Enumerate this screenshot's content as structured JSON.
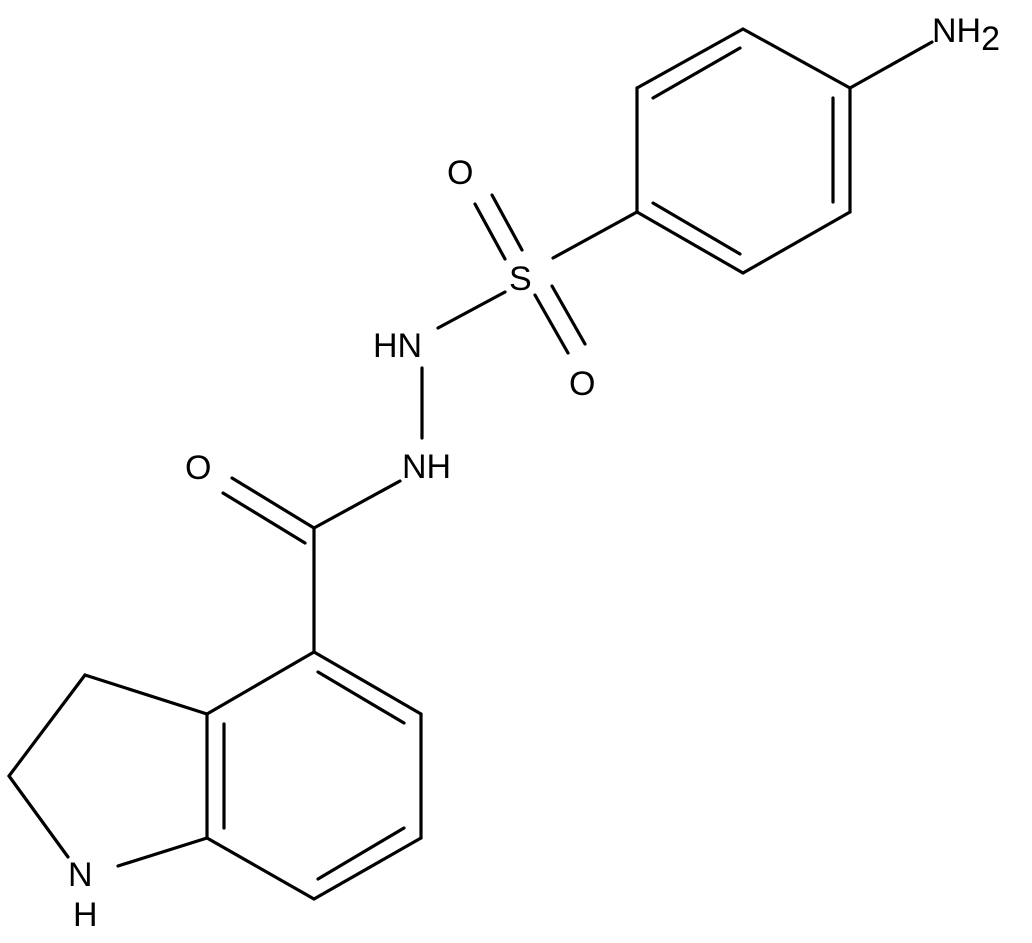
{
  "molecule": {
    "atom_labels": {
      "nh2_main": "NH",
      "nh2_sub": "2",
      "o_sulfonyl_top": "O",
      "s": "S",
      "o_sulfonyl_bottom": "O",
      "hn_upper": "HN",
      "nh_lower": "NH",
      "o_carbonyl": "O",
      "n_ring": "N",
      "h_ring": "H"
    },
    "colors": {
      "bond": "#000000",
      "label": "#000000",
      "background": "#ffffff"
    }
  }
}
